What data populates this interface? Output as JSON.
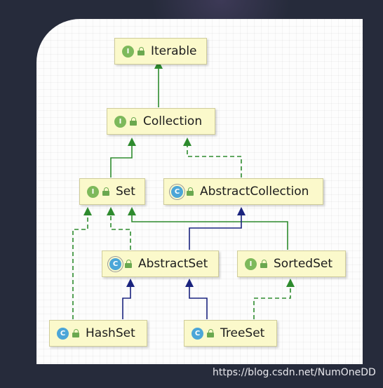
{
  "nodes": {
    "iterable": {
      "label": "Iterable",
      "badge": "I"
    },
    "collection": {
      "label": "Collection",
      "badge": "I"
    },
    "set": {
      "label": "Set",
      "badge": "I"
    },
    "abstract_collection": {
      "label": "AbstractCollection",
      "badge": "C"
    },
    "abstract_set": {
      "label": "AbstractSet",
      "badge": "C"
    },
    "sorted_set": {
      "label": "SortedSet",
      "badge": "I"
    },
    "hash_set": {
      "label": "HashSet",
      "badge": "C"
    },
    "tree_set": {
      "label": "TreeSet",
      "badge": "C"
    }
  },
  "relations": [
    {
      "from": "Collection",
      "to": "Iterable",
      "kind": "interface-extends"
    },
    {
      "from": "Set",
      "to": "Collection",
      "kind": "interface-extends"
    },
    {
      "from": "AbstractCollection",
      "to": "Collection",
      "kind": "implements"
    },
    {
      "from": "HashSet",
      "to": "Set",
      "kind": "implements"
    },
    {
      "from": "AbstractSet",
      "to": "Set",
      "kind": "implements"
    },
    {
      "from": "SortedSet",
      "to": "Set",
      "kind": "interface-extends"
    },
    {
      "from": "AbstractSet",
      "to": "AbstractCollection",
      "kind": "extends"
    },
    {
      "from": "HashSet",
      "to": "AbstractSet",
      "kind": "extends"
    },
    {
      "from": "TreeSet",
      "to": "AbstractSet",
      "kind": "extends"
    },
    {
      "from": "TreeSet",
      "to": "SortedSet",
      "kind": "implements"
    }
  ],
  "colors": {
    "interface_extends": "#2e8b2e",
    "implements": "#2e8b2e",
    "extends": "#1a237e",
    "node_fill": "#fbf9cb",
    "interface_badge": "#7db95b",
    "class_badge": "#4ca6d8"
  },
  "watermark": "https://blog.csdn.net/NumOneDD"
}
